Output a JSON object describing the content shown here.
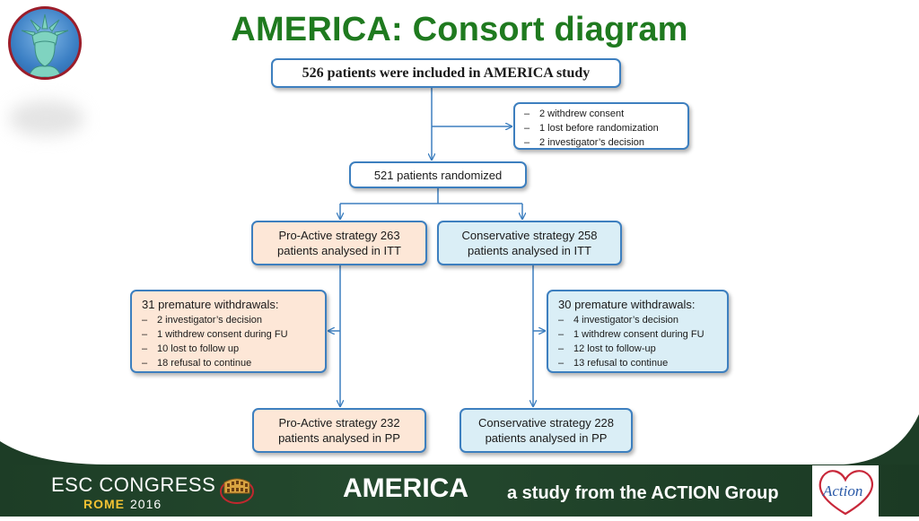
{
  "title": "AMERICA: Consort diagram",
  "boxes": {
    "included": "526 patients were included in AMERICA study",
    "exclusions": [
      {
        "dash": "–",
        "text": "2 withdrew consent"
      },
      {
        "dash": "–",
        "text": "1 lost before randomization"
      },
      {
        "dash": "–",
        "text": "2 investigator’s decision"
      }
    ],
    "randomized": "521 patients randomized",
    "proactive_itt": {
      "line1": "Pro-Active strategy 263",
      "line2": "patients analysed in ITT"
    },
    "conservative_itt": {
      "line1": "Conservative strategy 258",
      "line2": "patients analysed in ITT"
    },
    "withdrawals_left": {
      "heading": "31 premature withdrawals:",
      "items": [
        {
          "dash": "–",
          "text": "2 investigator’s decision"
        },
        {
          "dash": "–",
          "text": "1 withdrew consent during FU"
        },
        {
          "dash": "–",
          "text": "10 lost to follow up"
        },
        {
          "dash": "–",
          "text": "18 refusal to continue"
        }
      ]
    },
    "withdrawals_right": {
      "heading": "30 premature withdrawals:",
      "items": [
        {
          "dash": "–",
          "text": "4 investigator’s decision"
        },
        {
          "dash": "–",
          "text": "1 withdrew consent during FU"
        },
        {
          "dash": "–",
          "text": "12 lost to follow-up"
        },
        {
          "dash": "–",
          "text": "13 refusal to continue"
        }
      ]
    },
    "proactive_pp": {
      "line1": "Pro-Active strategy 232",
      "line2": "patients analysed in PP"
    },
    "conservative_pp": {
      "line1": "Conservative strategy 228",
      "line2": "patients analysed in PP"
    }
  },
  "footer": {
    "congress": "ESC CONGRESS",
    "city": "ROME",
    "year": "2016",
    "study_name": "AMERICA",
    "tagline": "a study from the ACTION Group",
    "action_logo": "Action"
  },
  "colors": {
    "title_green": "#1f7a1f",
    "box_border": "#3d7fbf",
    "arm_proactive_fill": "#fde7d7",
    "arm_conservative_fill": "#daeef6",
    "footer_green": "#1d3d26",
    "rome_gold": "#f2c233"
  },
  "icons": [
    "statue-of-liberty-logo",
    "colosseum-logo",
    "action-heart-logo"
  ]
}
